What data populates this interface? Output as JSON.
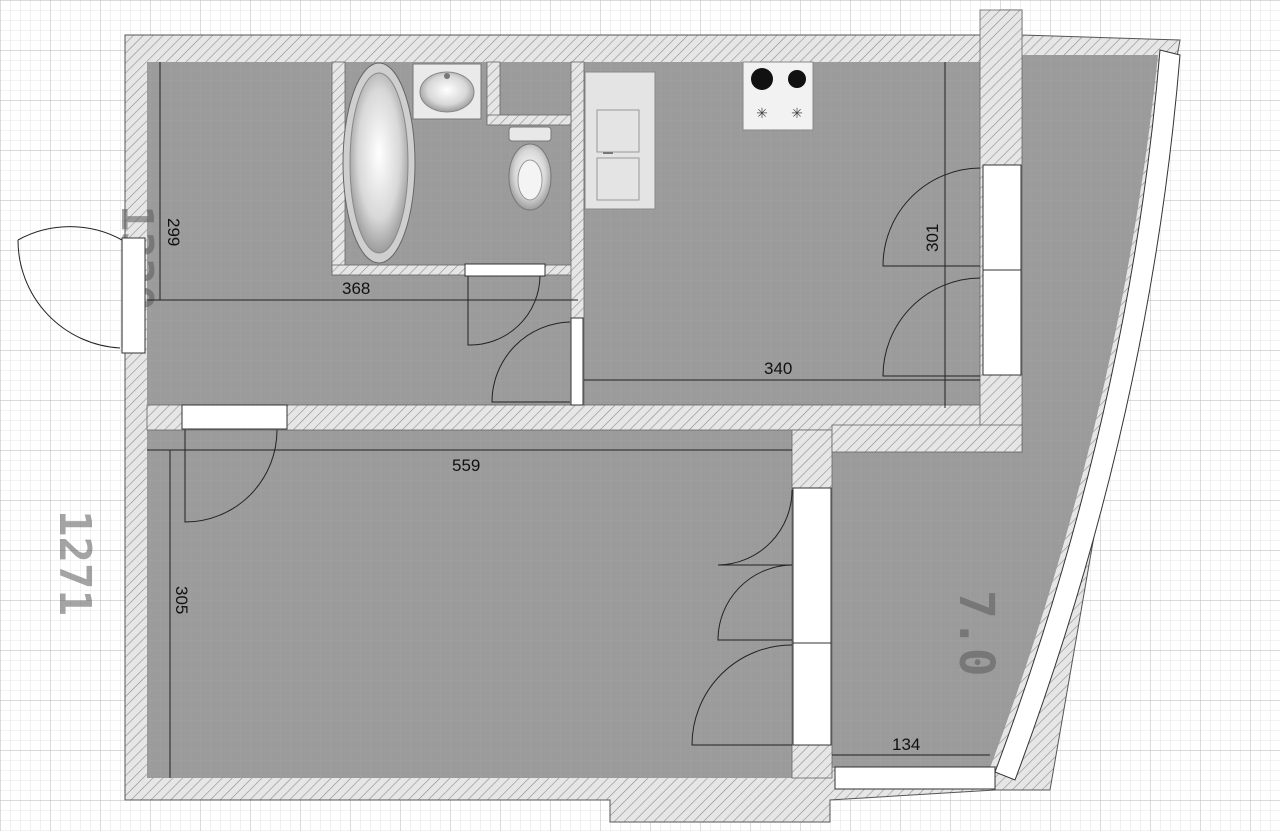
{
  "plan": {
    "dimensions": {
      "hall_width": "368",
      "hall_height": "299",
      "kitchen_width": "340",
      "kitchen_height": "301",
      "room_width": "559",
      "room_height": "305",
      "balcony_width": "134"
    },
    "faded_labels": {
      "top_left": "1330",
      "bottom_left": "1271",
      "balcony_area": "7.0"
    },
    "colors": {
      "floor": "#9a9a9a",
      "wall_fill": "#e2e2e2",
      "wall_hatch": "#8a8a8a",
      "grid_line": "#c9c9c9",
      "window": "#ffffff"
    },
    "icons": [
      "bathtub-icon",
      "sink-icon",
      "toilet-icon",
      "fridge-icon",
      "stove-icon",
      "door-swing-icon"
    ]
  }
}
